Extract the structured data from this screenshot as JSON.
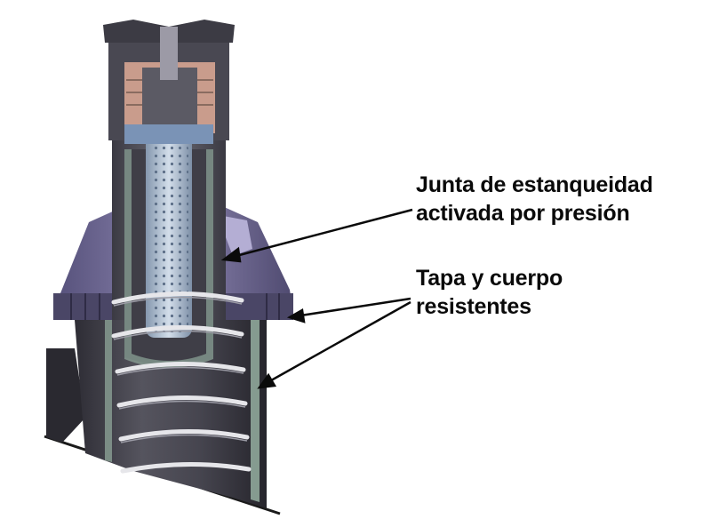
{
  "labels": {
    "seal": [
      "Junta de estanqueidad",
      "activada por presión"
    ],
    "body": [
      "Tapa y cuerpo",
      "resistentes"
    ]
  },
  "colors": {
    "background": "#ffffff",
    "text": "#0a0a0a",
    "housing": "#4b4a55",
    "riser": "#5b5a64",
    "cap": "#6f6a86",
    "seal_lavender": "#a9a3c9",
    "screen_filter": "#b8c6d8",
    "nozzle_cutaway": "#c99c8c",
    "spring": "#e6e6ea",
    "inner_wall": "#8fa79a"
  }
}
